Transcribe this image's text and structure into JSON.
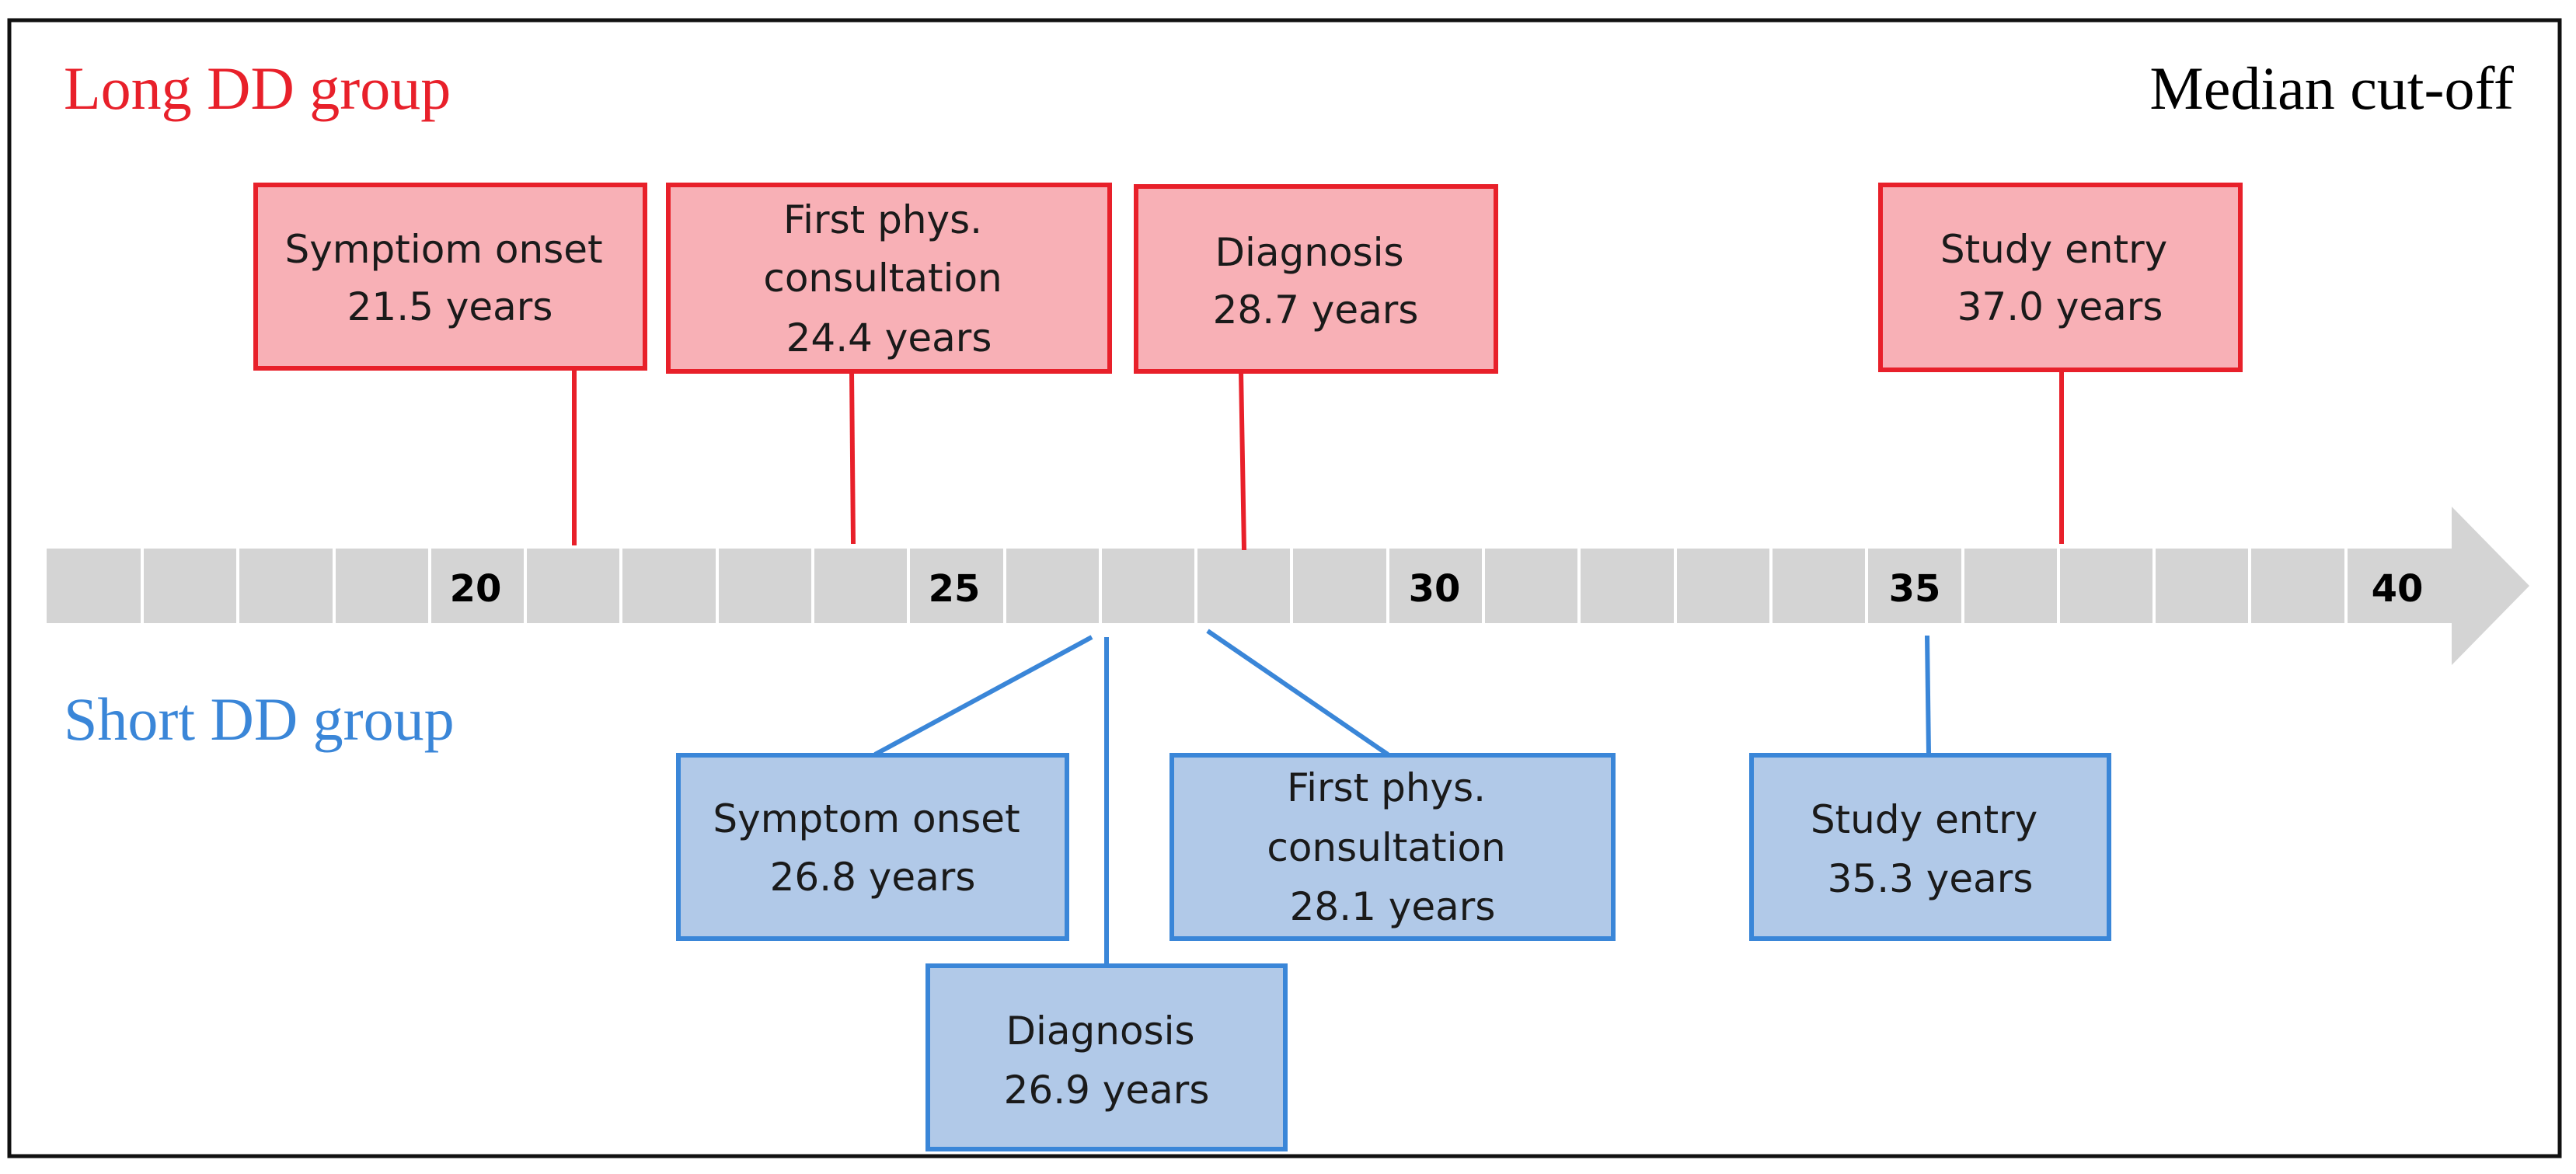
{
  "colors": {
    "long_stroke": "#e8202a",
    "long_fill": "#f8b0b6",
    "short_stroke": "#3a86d8",
    "short_fill": "#b1c9e8",
    "axis_fill": "#d4d4d4",
    "frame": "#111111"
  },
  "labels": {
    "long_group": "Long DD group",
    "short_group": "Short DD group",
    "median_cutoff": "Median cut-off"
  },
  "axis": {
    "ticks": [
      "20",
      "25",
      "30",
      "35",
      "40"
    ]
  },
  "long_events": [
    {
      "lines": [
        "Symptiom onset",
        "21.5 years"
      ]
    },
    {
      "lines": [
        "First phys.",
        "consultation",
        "24.4 years"
      ]
    },
    {
      "lines": [
        "Diagnosis",
        "28.7 years"
      ]
    },
    {
      "lines": [
        "Study entry",
        "37.0 years"
      ]
    }
  ],
  "short_events": [
    {
      "lines": [
        "Symptom onset",
        "26.8 years"
      ]
    },
    {
      "lines": [
        "Diagnosis",
        "26.9 years"
      ]
    },
    {
      "lines": [
        "First phys.",
        "consultation",
        "28.1 years"
      ]
    },
    {
      "lines": [
        "Study entry",
        "35.3 years"
      ]
    }
  ]
}
